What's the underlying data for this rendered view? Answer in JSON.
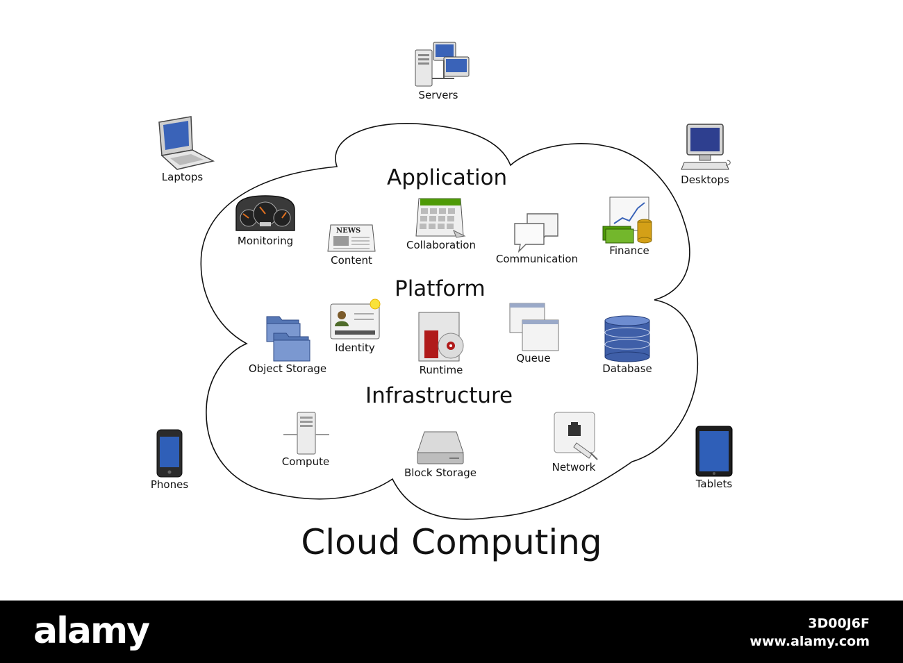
{
  "title": "Cloud Computing",
  "layers": {
    "application": "Application",
    "platform": "Platform",
    "infrastructure": "Infrastructure"
  },
  "clients": {
    "servers": "Servers",
    "laptops": "Laptops",
    "desktops": "Desktops",
    "phones": "Phones",
    "tablets": "Tablets"
  },
  "application_items": {
    "monitoring": "Monitoring",
    "content": "Content",
    "collaboration": "Collaboration",
    "communication": "Communication",
    "finance": "Finance"
  },
  "platform_items": {
    "object_storage": "Object Storage",
    "identity": "Identity",
    "runtime": "Runtime",
    "queue": "Queue",
    "database": "Database"
  },
  "infrastructure_items": {
    "compute": "Compute",
    "block_storage": "Block Storage",
    "network": "Network"
  },
  "icon_labels": {
    "news": "NEWS"
  },
  "footer": {
    "brand": "alamy",
    "image_id": "3D00J6F",
    "site": "www.alamy.com"
  },
  "colors": {
    "footer_bg": "#000000",
    "screen_blue": "#3a63b8",
    "folder_blue": "#6f8fc7",
    "db_blue": "#3f5fa8",
    "money_green": "#4e9a06",
    "gold": "#d4a017"
  }
}
